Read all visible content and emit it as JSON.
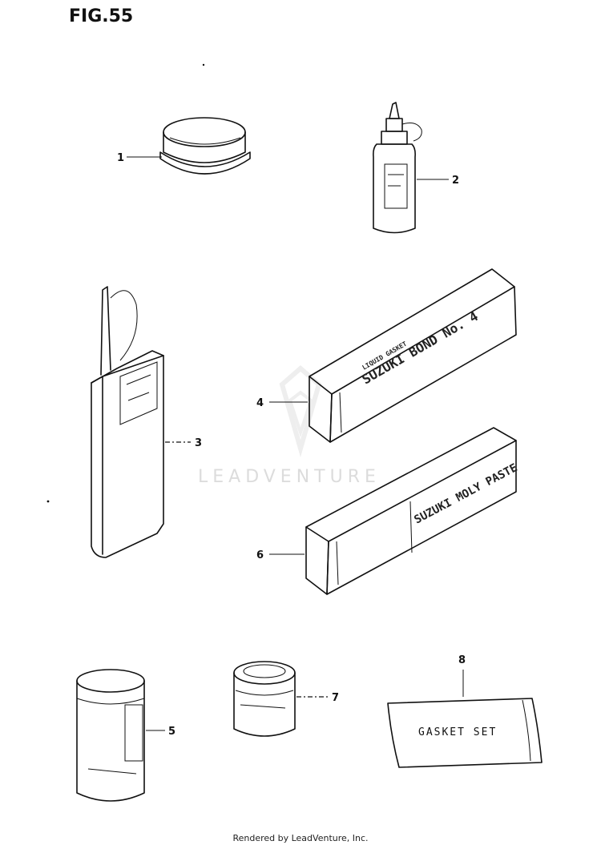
{
  "figure": {
    "title": "FIG.55"
  },
  "callouts": [
    {
      "id": "1",
      "label": "1"
    },
    {
      "id": "2",
      "label": "2"
    },
    {
      "id": "3",
      "label": "3"
    },
    {
      "id": "4",
      "label": "4"
    },
    {
      "id": "5",
      "label": "5"
    },
    {
      "id": "6",
      "label": "6"
    },
    {
      "id": "7",
      "label": "7"
    },
    {
      "id": "8",
      "label": "8"
    }
  ],
  "parts": {
    "gasket_set_label": "GASKET SET",
    "bond_box_label": "SUZUKI BOND No. 4",
    "bond_box_sublabel": "LIQUID GASKET",
    "moly_box_label": "SUZUKI MOLY PASTE"
  },
  "watermark": {
    "text": "LEADVENTURE"
  },
  "footer": {
    "text": "Rendered by LeadVenture, Inc."
  }
}
